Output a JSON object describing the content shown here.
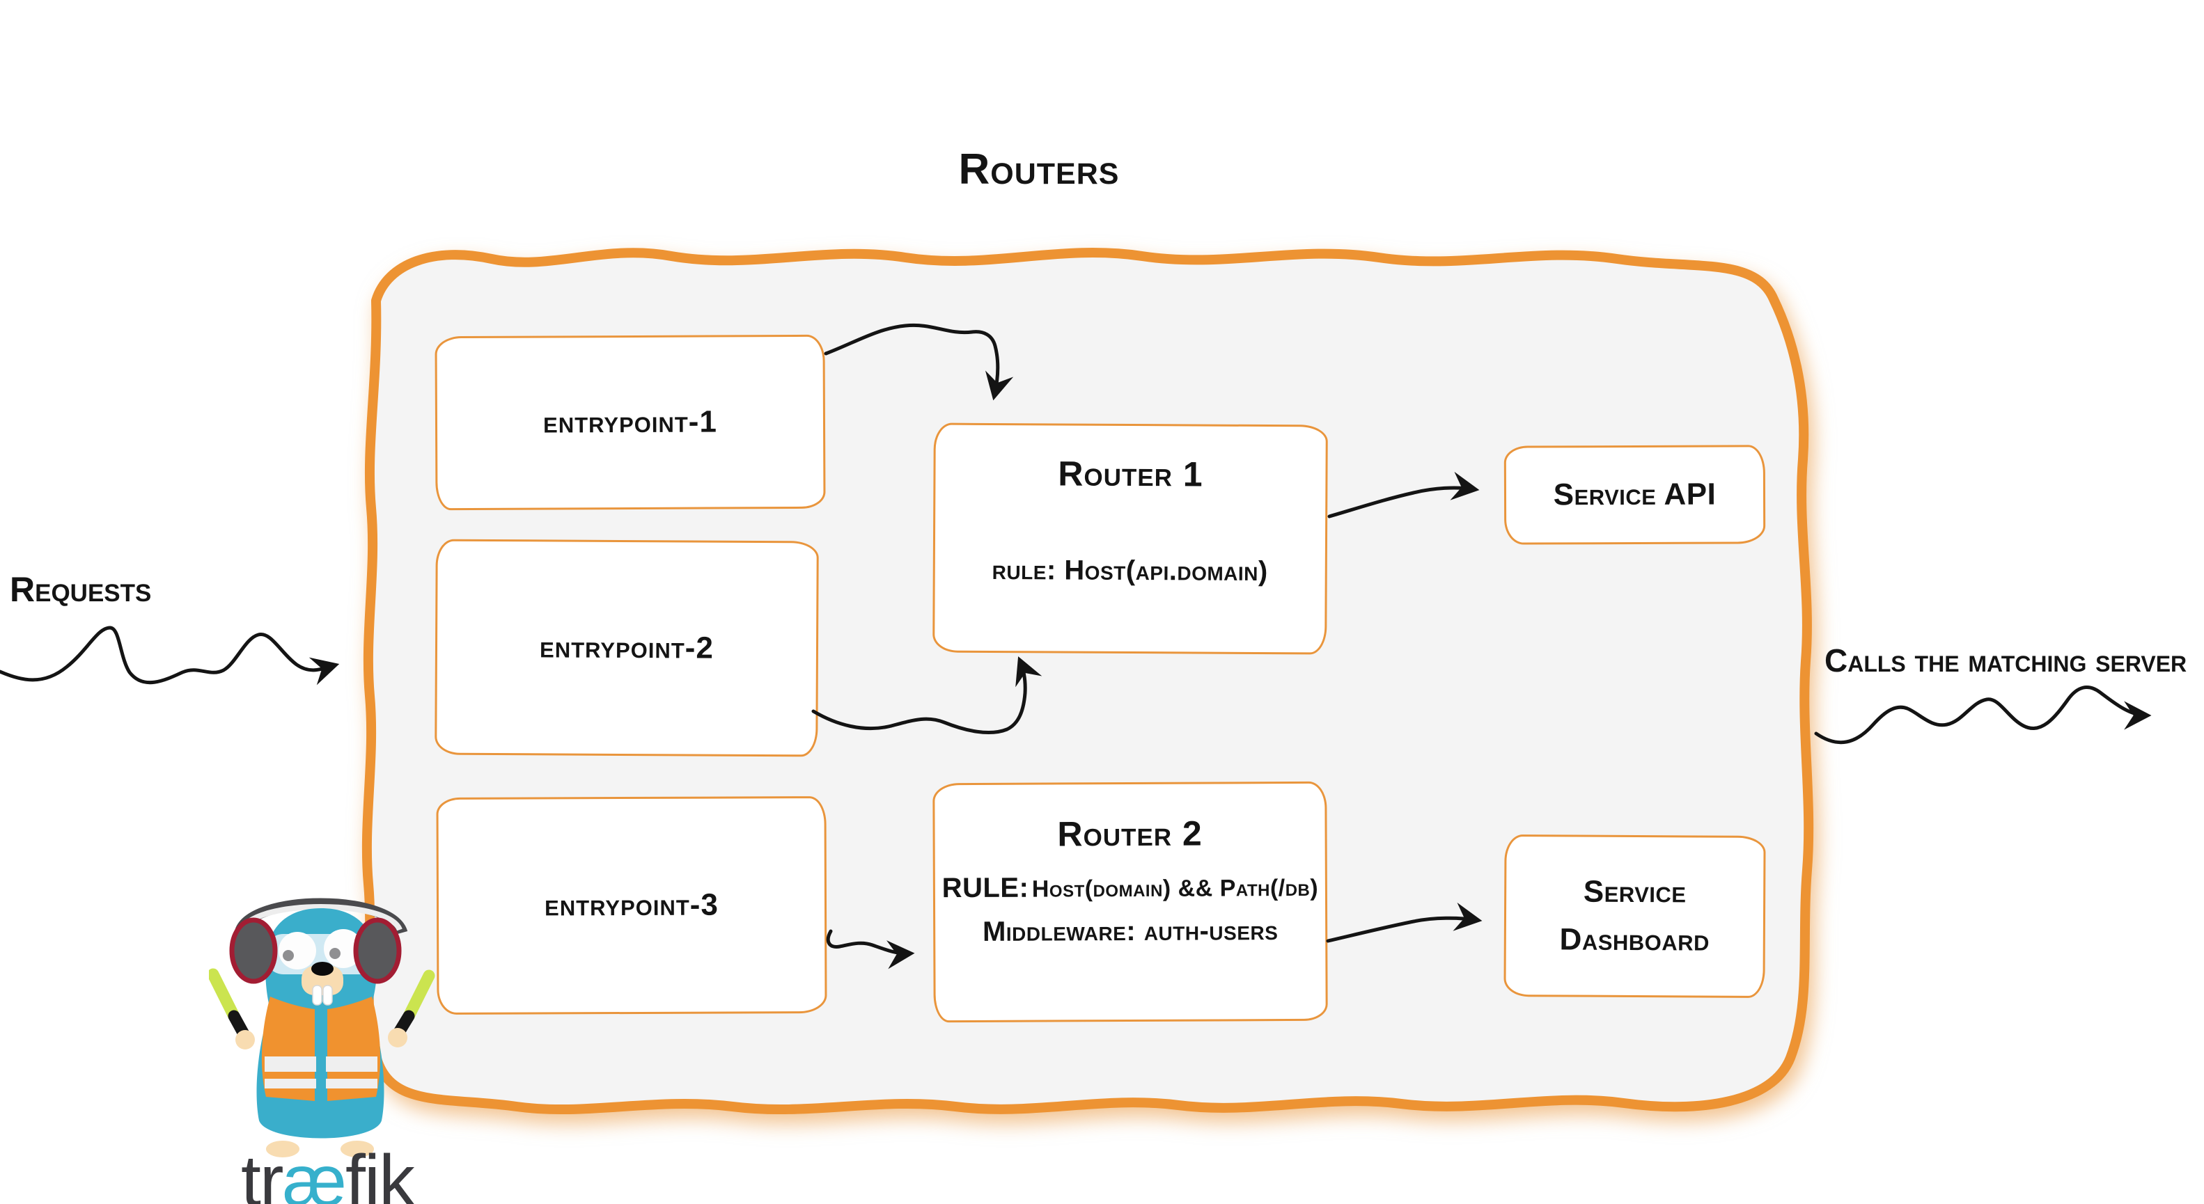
{
  "title": "Routers",
  "outside_labels": {
    "requests": "Requests",
    "calls_matching_server": "Calls the matching server"
  },
  "entrypoints": [
    {
      "label": "entrypoint-1"
    },
    {
      "label": "entrypoint-2"
    },
    {
      "label": "entrypoint-3"
    }
  ],
  "routers": [
    {
      "name": "Router 1",
      "rule": "rule: Host(api.domain)"
    },
    {
      "name": "Router 2",
      "rule_key": "RULE:",
      "rule_value": "Host(domain) && Path(/db)",
      "middleware": "Middleware: auth-users"
    }
  ],
  "services": [
    {
      "label": "Service API"
    },
    {
      "line1": "Service",
      "line2": "Dashboard"
    }
  ],
  "logo": {
    "brand_tr": "tr",
    "brand_ae": "æ",
    "brand_fik": "fik",
    "mascot_icon": "traefik-gopher"
  },
  "colors": {
    "accent_orange": "#ED9333",
    "panel_fill": "#F4F4F4",
    "ink": "#141414",
    "teal": "#3AAECB",
    "brand_dark": "#3A3A3E"
  }
}
